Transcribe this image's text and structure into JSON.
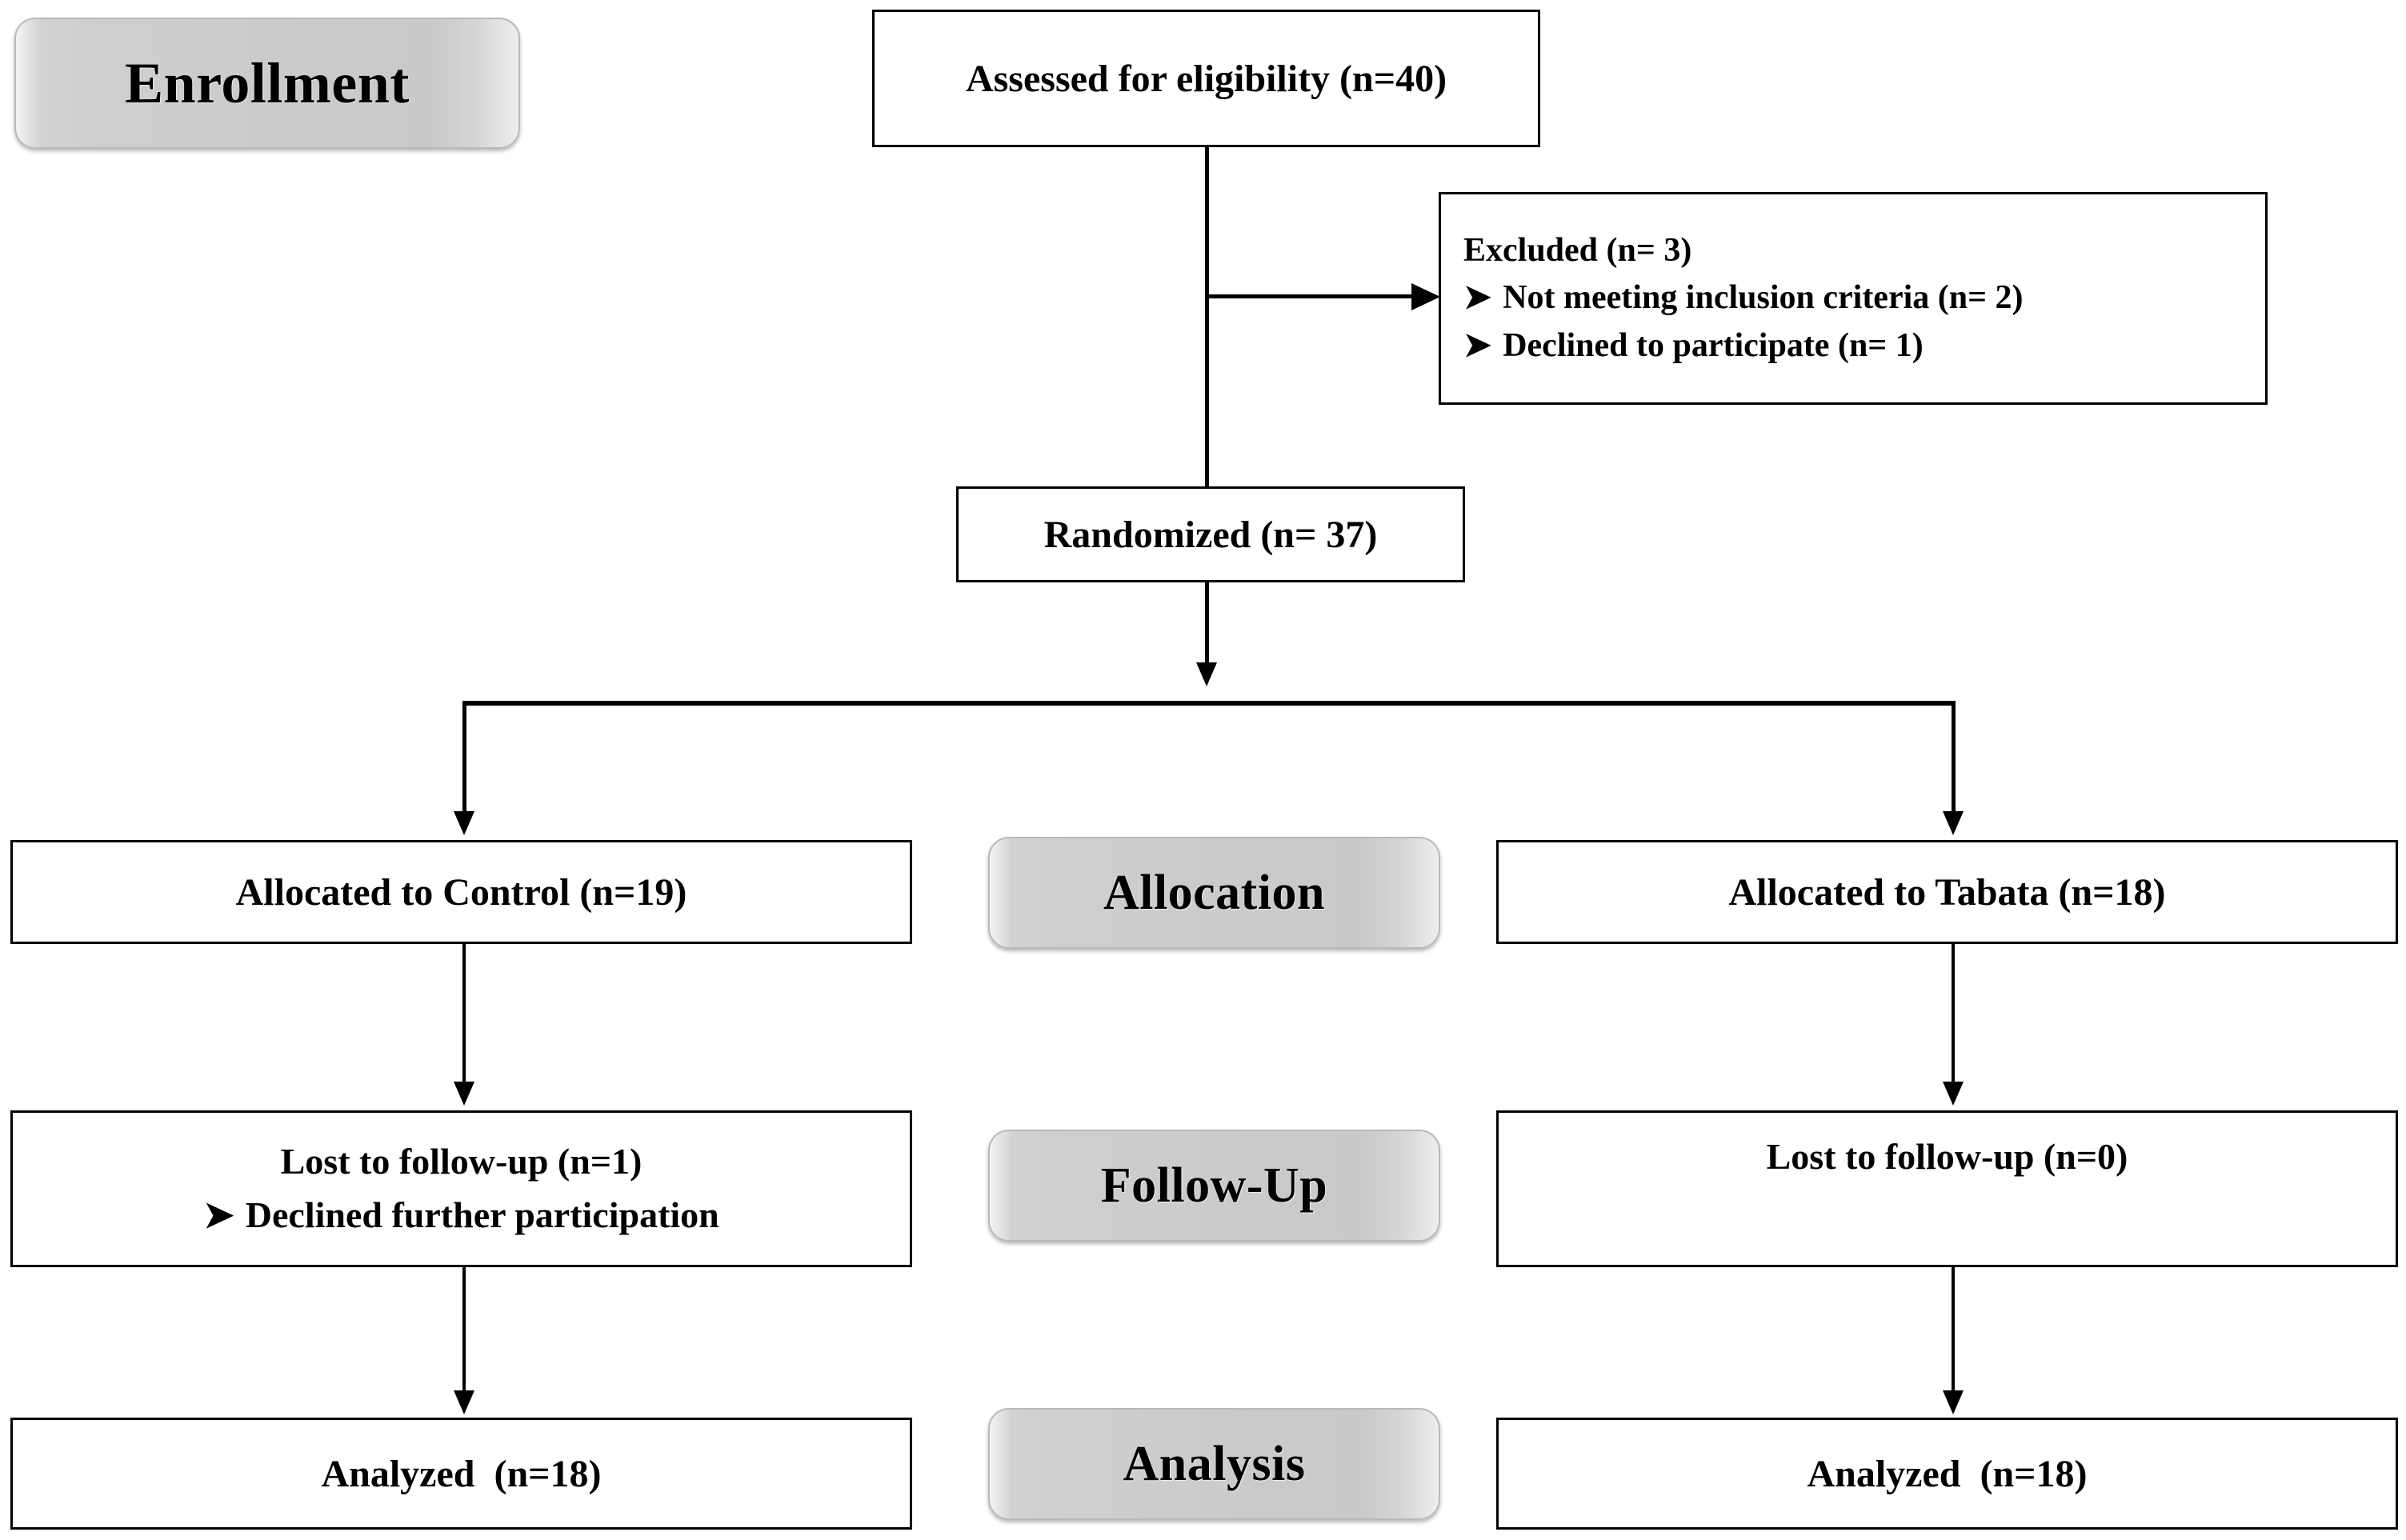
{
  "diagram": {
    "title": "CONSORT Participant Flow Diagram",
    "colors": {
      "box_border": "#000000",
      "box_fill": "#ffffff",
      "pill_fill": "#cbcbcb",
      "pill_border": "#b9b9b9",
      "connector": "#000000",
      "text": "#000000"
    }
  },
  "phases": {
    "enrollment": "Enrollment",
    "allocation": "Allocation",
    "followup": "Follow-Up",
    "analysis": "Analysis"
  },
  "nodes": {
    "assessed": {
      "text": "Assessed for eligibility (n=40)",
      "n": 40
    },
    "excluded": {
      "heading": "Excluded (n= 3)",
      "n": 3,
      "bullet_glyph": "➤",
      "reasons": [
        {
          "text": "Not meeting inclusion criteria (n= 2)",
          "n": 2
        },
        {
          "text": "Declined to participate (n= 1)",
          "n": 1
        }
      ]
    },
    "randomized": {
      "text": "Randomized (n= 37)",
      "n": 37
    },
    "allocated_control": {
      "text": "Allocated to Control (n=19)",
      "n": 19
    },
    "allocated_tabata": {
      "text": "Allocated to Tabata (n=18)",
      "n": 18
    },
    "lost_control": {
      "heading": "Lost to follow-up (n=1)",
      "n": 1,
      "bullet_glyph": "➤",
      "reason": "Declined further participation"
    },
    "lost_tabata": {
      "heading": "Lost to follow-up (n=0)",
      "n": 0
    },
    "analyzed_control": {
      "text": "Analyzed  (n=18)",
      "n": 18
    },
    "analyzed_tabata": {
      "text": "Analyzed  (n=18)",
      "n": 18
    }
  }
}
